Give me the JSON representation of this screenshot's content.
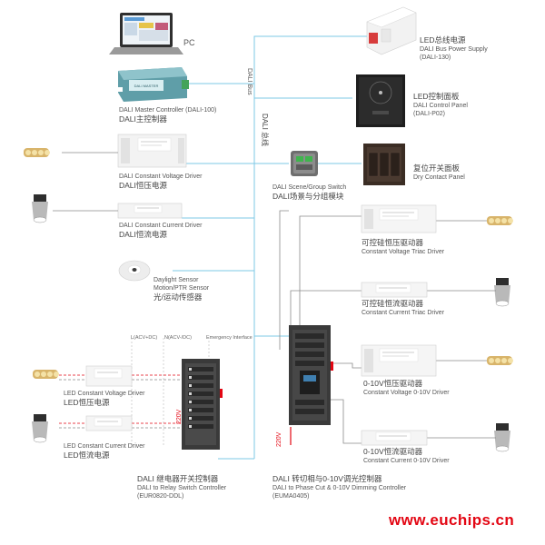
{
  "nodes": {
    "pc": {
      "label": "PC"
    },
    "master": {
      "en": "DALI Master Controller   (DALI-100)",
      "cn": "DALI主控制器",
      "screen": "DALI MASTER"
    },
    "cv_driver": {
      "en": "DALI Constant Voltage Driver",
      "cn": "DALI恒压电源"
    },
    "cc_driver": {
      "en": "DALI Constant Current Driver",
      "cn": "DALI恒流电源"
    },
    "sensor": {
      "en1": "Daylight Sensor",
      "en2": "Motion/PTR Sensor",
      "cn": "光/运动传感器"
    },
    "bus_power": {
      "cn": "LED总线电源",
      "en1": "DALI Bus Power Supply",
      "en2": "(DALI-130)"
    },
    "control_panel": {
      "cn": "LED控制面板",
      "en1": "DALI Control Panel",
      "en2": "(DALI-P02)"
    },
    "dry_contact": {
      "cn": "复位开关面板",
      "en": "Dry Contact Panel"
    },
    "scene_switch": {
      "en": "DALI Scene/Group Switch",
      "cn": "DALI场景与分组模块"
    },
    "cv_triac": {
      "cn": "可控硅恒压驱动器",
      "en": "Constant Voltage Triac Driver"
    },
    "cc_triac": {
      "cn": "可控硅恒流驱动器",
      "en": "Constant Current Triac Driver"
    },
    "cv_010": {
      "cn": "0-10V恒压驱动器",
      "en": "Constant Voltage 0-10V Driver"
    },
    "cc_010": {
      "cn": "0-10V恒流驱动器",
      "en": "Constant Current 0-10V Driver"
    },
    "led_cv": {
      "en": "LED Constant Voltage Driver",
      "cn": "LED恒压电源"
    },
    "led_cc": {
      "en": "LED Constant Current  Driver",
      "cn": "LED恒流电源"
    },
    "relay": {
      "cn": "DALI 继电器开关控制器",
      "en1": "DALI to Relay Switch Controller",
      "en2": "(EUR0820-DDL)"
    },
    "dimming": {
      "cn": "DALI 转切相与0-10V调光控制器",
      "en1": "DALI to Phase Cut & 0-10V Dimming Controller",
      "en2": "(EUMA0405)"
    }
  },
  "bus": {
    "en": "DALI Bus",
    "cn": "DALI 总线"
  },
  "wiring": {
    "l": "L(ACV+DC)",
    "n": "N(ACV-/DC)",
    "emergency": "Emergency Interface",
    "v220a": "220V",
    "v220b": "220V"
  },
  "brand": {
    "text": "www.euchips.cn"
  },
  "colors": {
    "bus": "#7ec8e6",
    "wire": "#8a8a8a",
    "power": "#e30613",
    "device": "#f1f1f1",
    "module": "#3d3d3d",
    "panel": "#2a2a2a"
  }
}
